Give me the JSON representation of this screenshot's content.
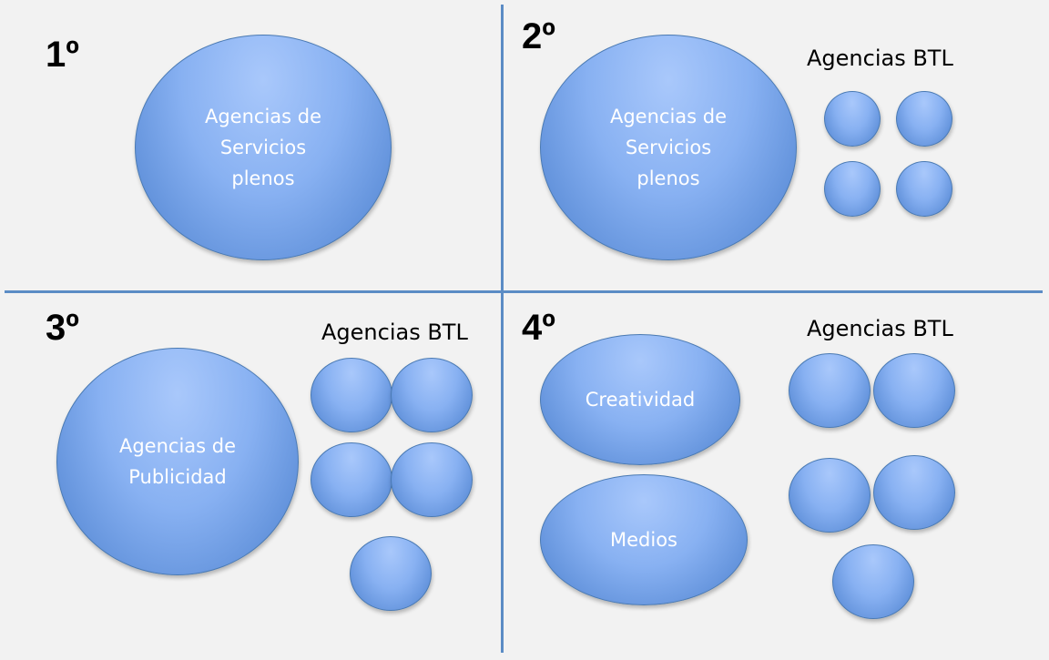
{
  "quadrants": [
    {
      "number": "1º",
      "main_shapes": [
        "Agencias de\nServicios\nplenos"
      ]
    },
    {
      "number": "2º",
      "group_label": "Agencias BTL",
      "main_shapes": [
        "Agencias de\nServicios\nplenos"
      ]
    },
    {
      "number": "3º",
      "group_label": "Agencias BTL",
      "main_shapes": [
        "Agencias de\nPublicidad"
      ]
    },
    {
      "number": "4º",
      "group_label": "Agencias BTL",
      "main_shapes": [
        "Creatividad",
        "Medios"
      ]
    }
  ],
  "colors": {
    "divider": "#5b8cc5",
    "shape_fill": "#88b1f2",
    "shape_border": "#4a7ab3",
    "shape_text": "#ffffff"
  }
}
